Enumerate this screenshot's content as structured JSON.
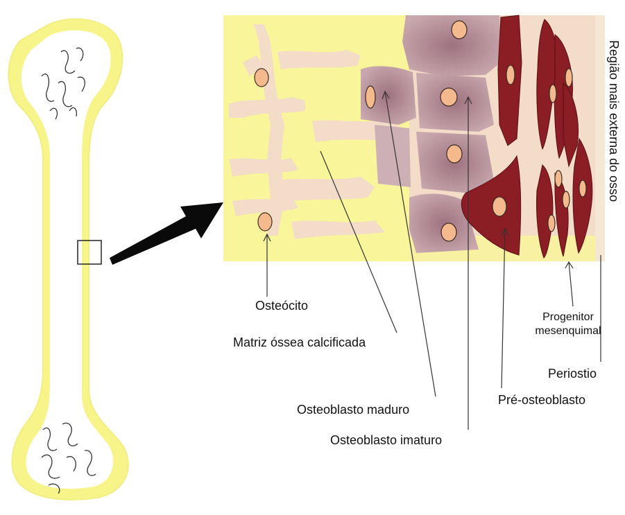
{
  "labels": {
    "osteocito": "Osteócito",
    "matriz": "Matriz óssea calcificada",
    "osteoblasto_maduro": "Osteoblasto maduro",
    "osteoblasto_imaturo": "Osteoblasto imaturo",
    "pre_osteoblasto": "Pré-osteoblasto",
    "progenitor_line1": "Progenitor",
    "progenitor_line2": "mesenquimal",
    "periostio": "Periostio",
    "regiao_externa": "Região mais externa do osso"
  },
  "colors": {
    "bone_yellow": "#f7f48a",
    "matrix_yellow": "#f8f59a",
    "lacuna_beige": "#f3dcc8",
    "osteocyte_fill": "#f4b98c",
    "osteoblast_mauve": "#b89098",
    "preosteoblast": "#8a1e24",
    "periosteum": "#f6e6d4"
  }
}
